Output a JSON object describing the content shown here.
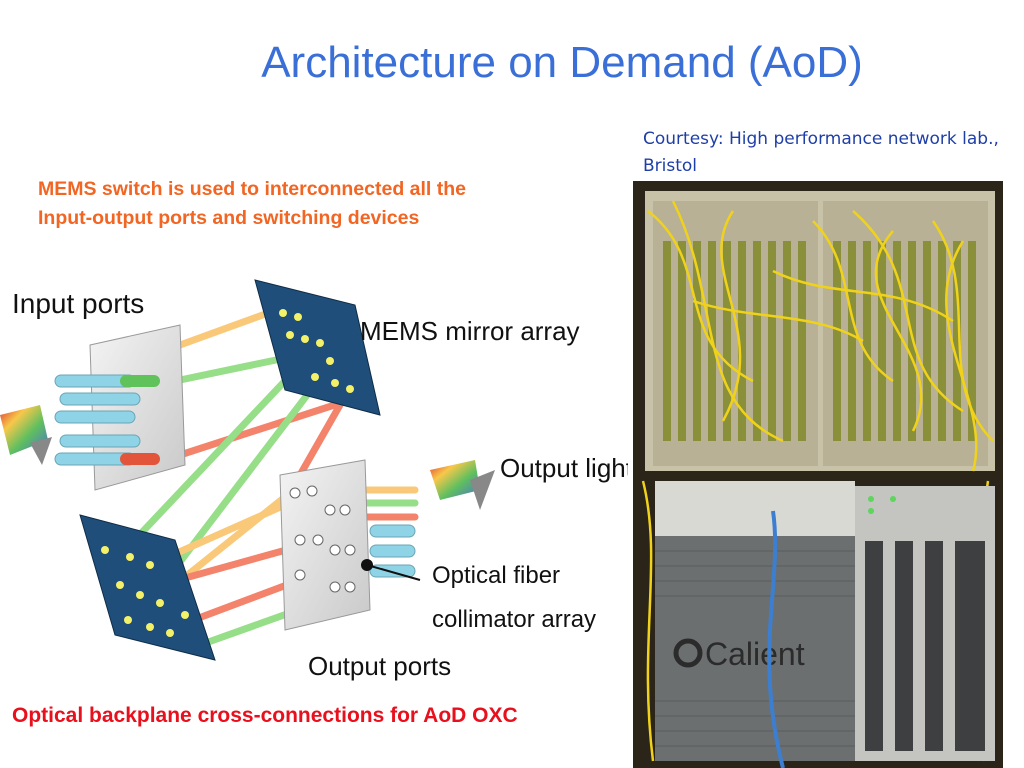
{
  "slide": {
    "title": "Architecture on Demand (AoD)",
    "courtesy": "Courtesy: High performance network lab., Bristol",
    "mems_note_line1": "MEMS switch is used to interconnected all the",
    "mems_note_line2": "Input-output ports and switching devices",
    "caption": "Optical backplane cross-connections for AoD OXC"
  },
  "diagram": {
    "input_ports": "Input ports",
    "mems_mirror_array": "MEMS mirror array",
    "output_light": "Output light",
    "optical_fiber": "Optical fiber",
    "collimator_array": "collimator array",
    "output_ports": "Output ports"
  },
  "photo": {
    "brand": "Calient"
  },
  "colors": {
    "title": "#3a6fd8",
    "note": "#f26522",
    "caption": "#e8101c",
    "courtesy": "#1f3fa8"
  }
}
